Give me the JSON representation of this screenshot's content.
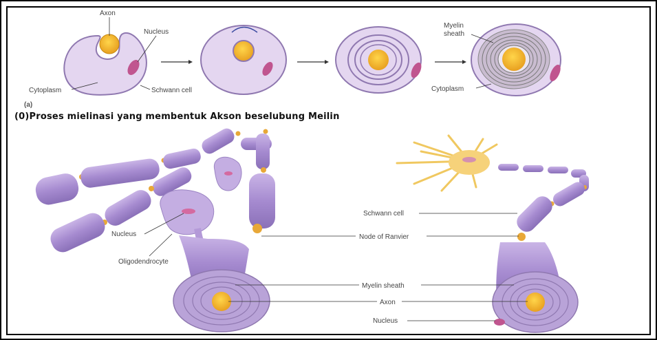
{
  "caption": "(0)Proses mielinasi yang membentuk Akson beselubung Meilin",
  "panel_a": {
    "figure_label": "(a)",
    "stage1": {
      "axon": "Axon",
      "nucleus": "Nucleus",
      "cytoplasm": "Cytoplasm",
      "schwann_cell": "Schwann cell"
    },
    "stage4": {
      "myelin_line1": "Myelin",
      "myelin_line2": "sheath",
      "cytoplasm": "Cytoplasm"
    }
  },
  "panel_b": {
    "cns": {
      "nucleus": "Nucleus",
      "oligodendrocyte": "Oligodendrocyte"
    },
    "pns": {
      "schwann_cell": "Schwann cell",
      "node_of_ranvier": "Node of Ranvier",
      "myelin_sheath": "Myelin sheath",
      "axon": "Axon",
      "nucleus": "Nucleus"
    }
  },
  "colors": {
    "cell_fill": "#d9c6ea",
    "cell_stroke": "#8f78b0",
    "sheath_fill": "#b9a3d8",
    "axon_fill": "#f2b632",
    "nucleus_fill": "#c0558f",
    "node_fill": "#e8a838",
    "neuron_body": "#f6d27a"
  }
}
